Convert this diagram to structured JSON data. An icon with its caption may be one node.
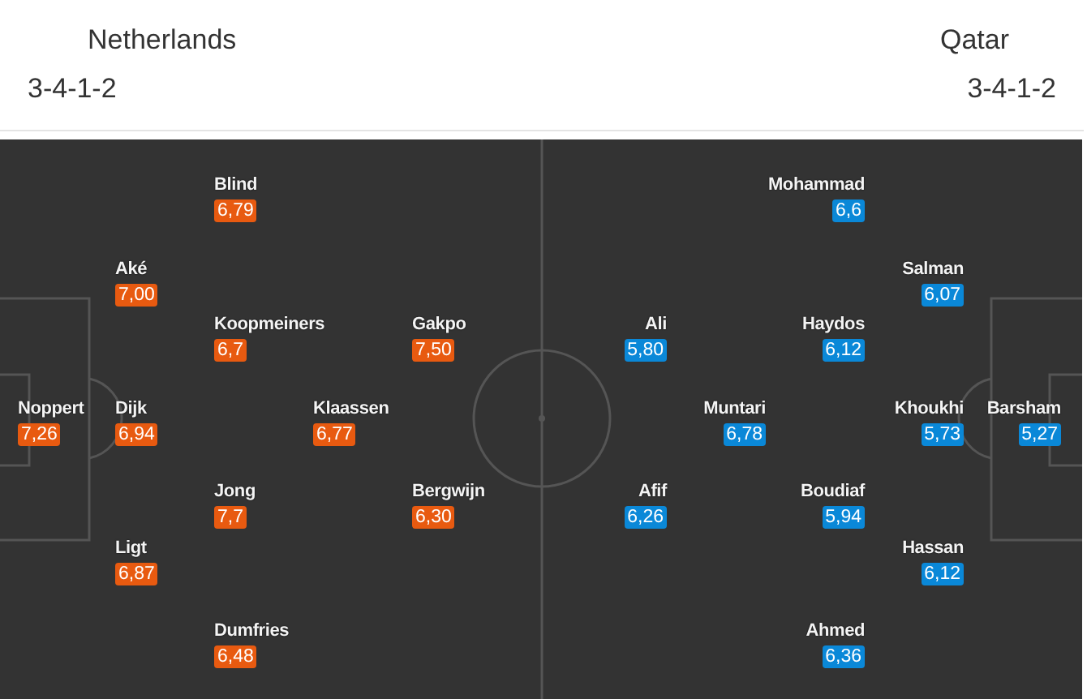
{
  "diagram": {
    "nodes": [
      {
        "text": [
          "Blind",
          "6,79"
        ]
      },
      {
        "text": [
          "Aké",
          "7,00"
        ]
      },
      {
        "text": [
          "Koopmeiners",
          "6,7"
        ]
      },
      {
        "text": [
          "Gakpo",
          "7,50"
        ]
      },
      {
        "text": [
          "Noppert",
          "7,26"
        ]
      },
      {
        "text": [
          "Dijk",
          "6,94"
        ]
      },
      {
        "text": [
          "Klaassen",
          "6,77"
        ]
      },
      {
        "text": [
          "Jong",
          "7,7"
        ]
      },
      {
        "text": [
          "Bergwijn",
          "6,30"
        ]
      },
      {
        "text": [
          "Ligt",
          "6,87"
        ]
      },
      {
        "text": [
          "Dumfries",
          "6,48"
        ]
      },
      {
        "text": [
          "Mohammad",
          "6,6"
        ]
      },
      {
        "text": [
          "Salman",
          "6,07"
        ]
      },
      {
        "text": [
          "Ali",
          "5,80"
        ]
      },
      {
        "text": [
          "Haydos",
          "6,12"
        ]
      },
      {
        "text": [
          "Muntari",
          "6,78"
        ]
      },
      {
        "text": [
          "Khoukhi",
          "5,73"
        ]
      },
      {
        "text": [
          "Barsham",
          "5,27"
        ]
      },
      {
        "text": [
          "Afif",
          "6,26"
        ]
      },
      {
        "text": [
          "Boudiaf",
          "5,94"
        ]
      },
      {
        "text": [
          "Hassan",
          "6,12"
        ]
      },
      {
        "text": [
          "Ahmed",
          "6,36"
        ]
      }
    ],
    "labels": [
      "Netherlands",
      "3-4-1-2",
      "Qatar",
      "3-4-1-2"
    ]
  }
}
